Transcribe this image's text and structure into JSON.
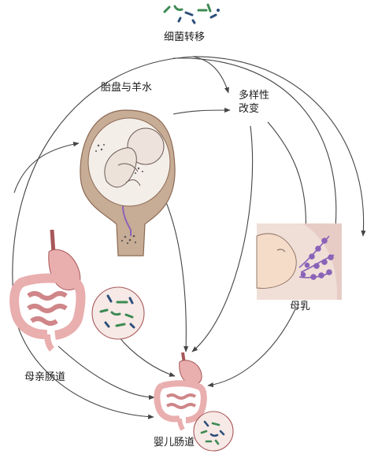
{
  "labels": {
    "bacteria_transfer": "细菌转移",
    "placenta_amniotic": "胎盘与羊水",
    "diversity_change": "多样性\n改变",
    "breast_milk": "母乳",
    "maternal_gut": "母亲肠道",
    "infant_gut": "婴儿肠道"
  },
  "icons": {
    "bacteria": "bacteria-icon",
    "uterus": "uterus-fetus-icon",
    "breastfeeding": "breastfeeding-icon",
    "maternal_digestive": "maternal-digestive-tract-icon",
    "infant_digestive": "infant-digestive-tract-icon"
  },
  "colors": {
    "arrow": "#444444",
    "gut_pink": "#e9aeae",
    "gut_outline": "#a8585a",
    "uterus_tan": "#c7ac96",
    "uterus_dark": "#8c6a55",
    "amniotic_bg": "#f4eee8",
    "milk_purple": "#8a63b8",
    "skin": "#f4dcc8",
    "bacteria_green": "#3c8a52",
    "bacteria_blue": "#2e4f7a",
    "circle_fill": "#f6e9e6"
  }
}
